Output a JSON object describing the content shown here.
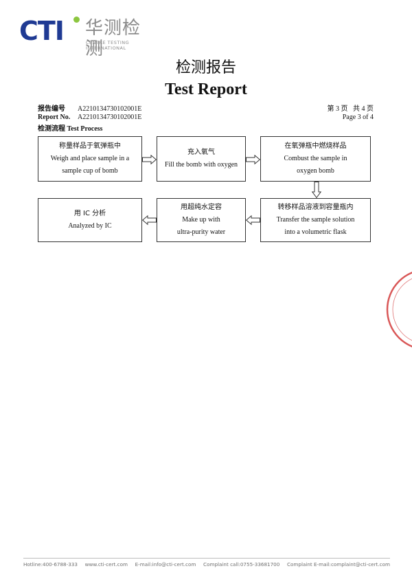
{
  "logo": {
    "brand": "CTI",
    "cn_name": "华测检测",
    "en_name": "CENTRE TESTING INTERNATIONAL"
  },
  "title": {
    "cn": "检测报告",
    "en": "Test Report"
  },
  "meta": {
    "report_no_label_cn": "报告编号",
    "report_no_label_en": "Report No.",
    "report_no": "A2210134730102001E",
    "page_cn": "第 3 页   共 4 页",
    "page_en": "Page 3 of 4"
  },
  "process": {
    "heading_cn": "检测流程",
    "heading_en": "Test Process",
    "steps": [
      {
        "cn": "称量样品于氧弹瓶中",
        "en": [
          "Weigh and place sample in a",
          "sample cup of bomb"
        ]
      },
      {
        "cn": "充入氧气",
        "en": [
          "Fill the bomb with oxygen"
        ]
      },
      {
        "cn": "在氧弹瓶中燃烧样品",
        "en": [
          "Combust the sample in",
          "oxygen bomb"
        ]
      },
      {
        "cn": "转移样品溶液到容量瓶内",
        "en": [
          "Transfer the sample solution",
          "into a volumetric flask"
        ]
      },
      {
        "cn": "用超纯水定容",
        "en": [
          "Make up with",
          "ultra-purity water"
        ]
      },
      {
        "cn": "用 IC 分析",
        "en": [
          "Analyzed by IC"
        ]
      }
    ]
  },
  "stamp": {
    "color": "#d23a3a"
  },
  "footer": {
    "hotline": "Hotline:400-6788-333",
    "website": "www.cti-cert.com",
    "email": "E-mail:info@cti-cert.com",
    "complaint_call": "Complaint call:0755-33681700",
    "complaint_email": "Complaint E-mail:complaint@cti-cert.com"
  }
}
